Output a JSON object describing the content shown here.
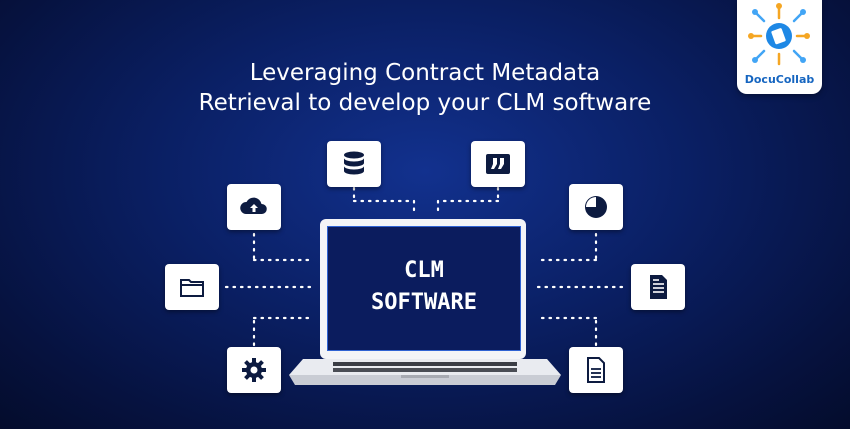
{
  "title": {
    "line1": "Leveraging Contract Metadata",
    "line2": "Retrieval to develop your CLM software"
  },
  "logo": {
    "name": "DocuCollab",
    "icon": "docucollab-logo"
  },
  "screen": {
    "line1": "CLM",
    "line2": "SOFTWARE"
  },
  "icons": [
    {
      "name": "database-icon"
    },
    {
      "name": "quote-icon"
    },
    {
      "name": "cloud-upload-icon"
    },
    {
      "name": "pie-chart-icon"
    },
    {
      "name": "folder-icon"
    },
    {
      "name": "document-lines-icon"
    },
    {
      "name": "gear-icon"
    },
    {
      "name": "file-text-icon"
    }
  ],
  "colors": {
    "background": "#0a1f63",
    "accent": "#1565c0",
    "icon_dark": "#0d1b40",
    "card": "#ffffff"
  }
}
